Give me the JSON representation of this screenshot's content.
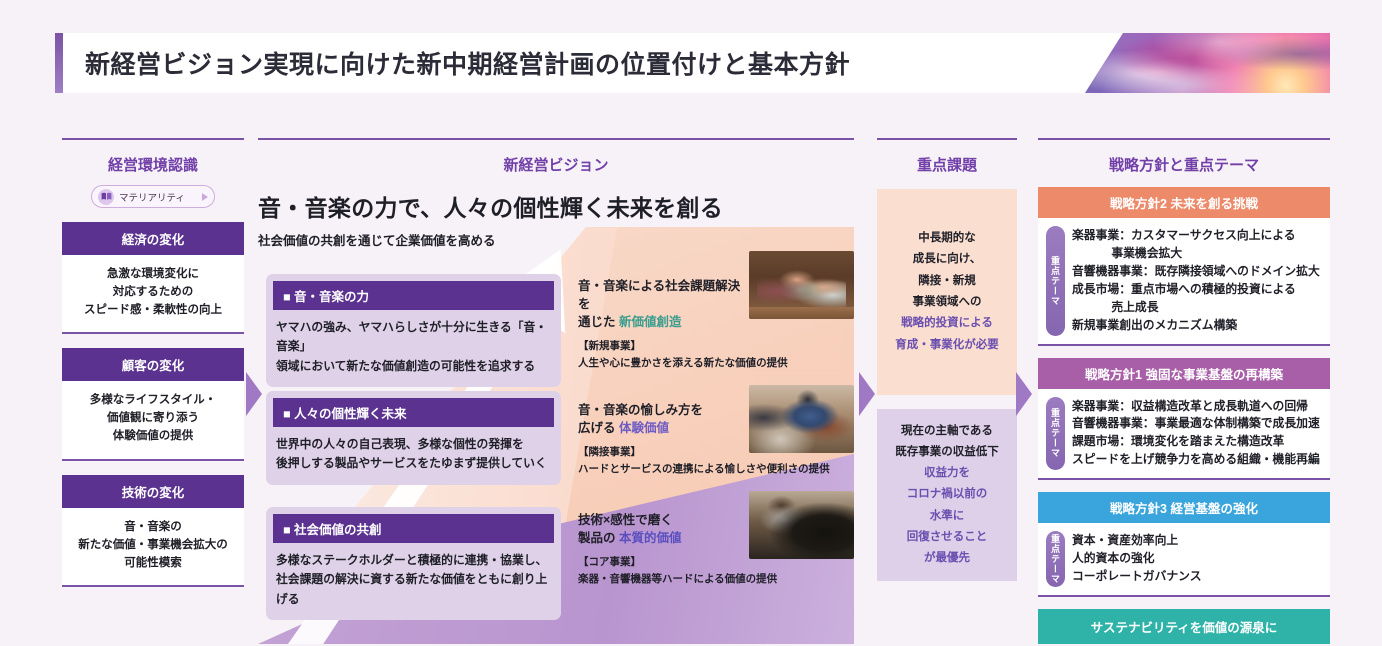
{
  "header": {
    "title": "新経営ビジョン実現に向けた新中期経営計画の位置付けと基本方針"
  },
  "columns": {
    "environment": {
      "heading": "経営環境認識",
      "materiality": {
        "label": "マテリアリティ",
        "icon": "book-icon",
        "arrow": "play-arrow-icon"
      },
      "cards": [
        {
          "title": "経済の変化",
          "body": "急激な環境変化に\n対応するための\nスピード感・柔軟性の向上"
        },
        {
          "title": "顧客の変化",
          "body": "多様なライフスタイル・\n価値観に寄り添う\n体験価値の提供"
        },
        {
          "title": "技術の変化",
          "body": "音・音楽の\n新たな価値・事業機会拡大の\n可能性模索"
        }
      ]
    },
    "vision": {
      "heading": "新経営ビジョン",
      "title": "音・音楽の力で、人々の個性輝く未来を創る",
      "subtitle": "社会価値の共創を通じて企業価値を高める",
      "cards": [
        {
          "title": "■ 音・音楽の力",
          "body": "ヤマハの強み、ヤマハらしさが十分に生きる「音・音楽」\n領域において新たな価値創造の可能性を追求する"
        },
        {
          "title": "■ 人々の個性輝く未来",
          "body": "世界中の人々の自己表現、多様な個性の発揮を\n後押しする製品やサービスをたゆまず提供していく"
        },
        {
          "title": "■ 社会価値の共創",
          "body": "多様なステークホルダーと積極的に連携・協業し、\n社会課題の解決に資する新たな価値をともに創り上げる"
        }
      ],
      "values": [
        {
          "lead_a": "音・音楽による社会課題解決を",
          "lead_b": "通じた ",
          "accent": "新価値創造",
          "accent_color": "#3a9d8e",
          "tag": "【新規事業】",
          "note": " 人生や心に豊かさを添える新たな価値の提供",
          "photo": "family-at-piano-photo"
        },
        {
          "lead_a": "音・音楽の愉しみ方を",
          "lead_b": "広げる ",
          "accent": "体験価値",
          "accent_color": "#6f5cc4",
          "tag": "【隣接事業】",
          "note": "ハードとサービスの連携による愉しさや便利さの提供",
          "photo": "man-with-guitar-photo"
        },
        {
          "lead_a": "技術×感性で磨く",
          "lead_b": "製品の ",
          "accent": "本質的価値",
          "accent_color": "#5b4fc0",
          "tag": "【コア事業】",
          "note": "楽器・音響機器等ハードによる価値の提供",
          "photo": "pianist-photo"
        }
      ]
    },
    "issues": {
      "heading": "重点課題",
      "boxes": [
        {
          "plain": "中長期的な\n成長に向け、\n隣接・新規\n事業領域への",
          "highlight": "戦略的投資による\n育成・事業化が必要",
          "bg": "#fadfd0"
        },
        {
          "plain": "現在の主軸である\n既存事業の収益低下",
          "highlight": "収益力を\nコロナ禍以前の\n水準に\n回復させること\nが最優先",
          "bg": "#ded0e8"
        }
      ]
    },
    "strategy": {
      "heading": "戦略方針と重点テーマ",
      "vertical_label": "重点テーマ",
      "blocks": [
        {
          "title": "戦略方針2 未来を創る挑戦",
          "color": "#ec8a6a",
          "lines": [
            "楽器事業：カスタマーサクセス向上による\n            事業機会拡大",
            "音響機器事業：既存隣接領域へのドメイン拡大",
            "成長市場：重点市場への積極的投資による\n            売上成長",
            "新規事業創出のメカニズム構築"
          ]
        },
        {
          "title": "戦略方針1 強固な事業基盤の再構築",
          "color": "#a85fa8",
          "lines": [
            "楽器事業：収益構造改革と成長軌道への回帰",
            "音響機器事業：事業最適な体制構築で成長加速",
            "課題市場：環境変化を踏まえた構造改革",
            "スピードを上げ競争力を高める組織・機能再編"
          ]
        },
        {
          "title": "戦略方針3 経営基盤の強化",
          "color": "#3aa5dc",
          "lines": [
            "資本・資産効率向上",
            "人的資本の強化",
            "コーポレートガバナンス"
          ]
        }
      ],
      "sustainability": {
        "label": "サステナビリティを価値の源泉に",
        "color": "#2fb3a8"
      }
    }
  }
}
